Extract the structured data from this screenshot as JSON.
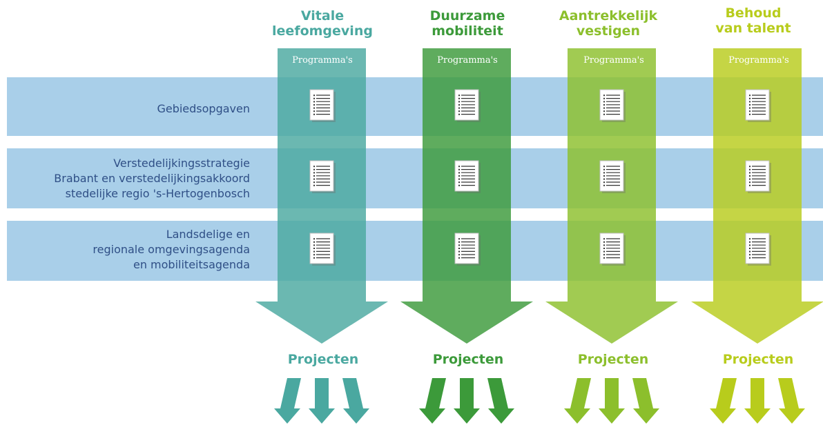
{
  "columns": [
    {
      "title_lines": [
        "Vitale",
        "leefomgeving"
      ],
      "programs_label": "Programma's",
      "projects_label": "Projecten",
      "color": "#4aa8a0"
    },
    {
      "title_lines": [
        "Duurzame",
        "mobiliteit"
      ],
      "programs_label": "Programma's",
      "projects_label": "Projecten",
      "color": "#3c9a3a"
    },
    {
      "title_lines": [
        "Aantrekkelijk",
        "vestigen"
      ],
      "programs_label": "Programma's",
      "projects_label": "Projecten",
      "color": "#8cbf2c"
    },
    {
      "title_lines": [
        "Behoud",
        "van talent"
      ],
      "programs_label": "Programma's",
      "projects_label": "Projecten",
      "color": "#b8cc1c"
    }
  ],
  "rows": [
    {
      "label_lines": [
        "Gebiedsopgaven"
      ]
    },
    {
      "label_lines": [
        "Verstedelijkingsstrategie",
        "Brabant en verstedelijkingsakkoord",
        "stedelijke regio 's-Hertogenbosch"
      ]
    },
    {
      "label_lines": [
        "Landsdelige en",
        "regionale omgevingsagenda",
        "en mobiliteitsagenda"
      ]
    }
  ],
  "colors": {
    "band": "#a9cfe9",
    "row_text": "#2f4f86"
  },
  "icons": {
    "cell": "document-icon",
    "outputs": "arrow-down-icon"
  }
}
